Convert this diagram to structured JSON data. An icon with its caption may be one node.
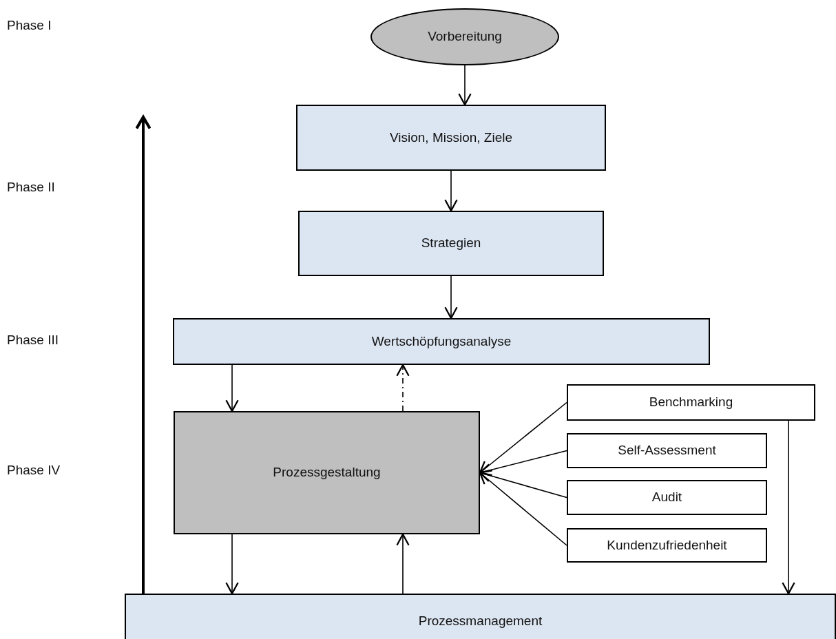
{
  "diagram": {
    "nodes": [
      {
        "text": [
          "Vorbereitung"
        ]
      },
      {
        "text": [
          "Vision, Mission, Ziele"
        ]
      },
      {
        "text": [
          "Strategien"
        ]
      },
      {
        "text": [
          "Wertschöpfungsanalyse"
        ]
      },
      {
        "text": [
          "Prozessgestaltung"
        ]
      },
      {
        "text": [
          "Benchmarking"
        ]
      },
      {
        "text": [
          "Self-Assessment"
        ]
      },
      {
        "text": [
          "Audit"
        ]
      },
      {
        "text": [
          "Kundenzufriedenheit"
        ]
      },
      {
        "text": [
          "Prozessmanagement"
        ]
      }
    ],
    "edges": [
      {
        "from": 0,
        "to": 1,
        "arrow": "to"
      },
      {
        "from": 1,
        "to": 2,
        "arrow": "to"
      },
      {
        "from": 2,
        "to": 3,
        "arrow": "to"
      },
      {
        "from": 3,
        "to": 4,
        "arrow": "to"
      },
      {
        "from": 4,
        "to": 3,
        "arrow": "to",
        "style": "dashed"
      },
      {
        "from": 5,
        "to": 4,
        "arrow": "to"
      },
      {
        "from": 6,
        "to": 4,
        "arrow": "to"
      },
      {
        "from": 7,
        "to": 4,
        "arrow": "to"
      },
      {
        "from": 8,
        "to": 4,
        "arrow": "to"
      },
      {
        "from": 4,
        "to": 9,
        "arrow": "to"
      },
      {
        "from": 9,
        "to": 4,
        "arrow": "to"
      },
      {
        "from": 5,
        "to": 9,
        "arrow": "to"
      },
      {
        "from": 9,
        "to": null,
        "arrow": "to",
        "style": "thick"
      }
    ],
    "labels": [
      "Phase I",
      "Phase II",
      "Phase III",
      "Phase IV"
    ]
  }
}
